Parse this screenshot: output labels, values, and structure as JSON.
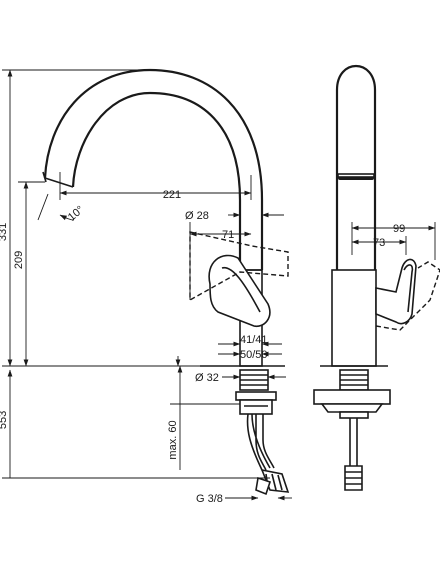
{
  "dimensions": {
    "total_height": "331",
    "spout_height": "209",
    "below_counter": "553",
    "spout_reach": "221",
    "swivel_angle": "10°",
    "body_diameter": "Ø 28",
    "lever_offset": "71",
    "side_99": "99",
    "side_73": "73",
    "ratio_41": "41/41",
    "ratio_50": "50/50",
    "hole_diameter": "Ø 32",
    "max_thickness": "max. 60",
    "thread": "G 3/8"
  }
}
